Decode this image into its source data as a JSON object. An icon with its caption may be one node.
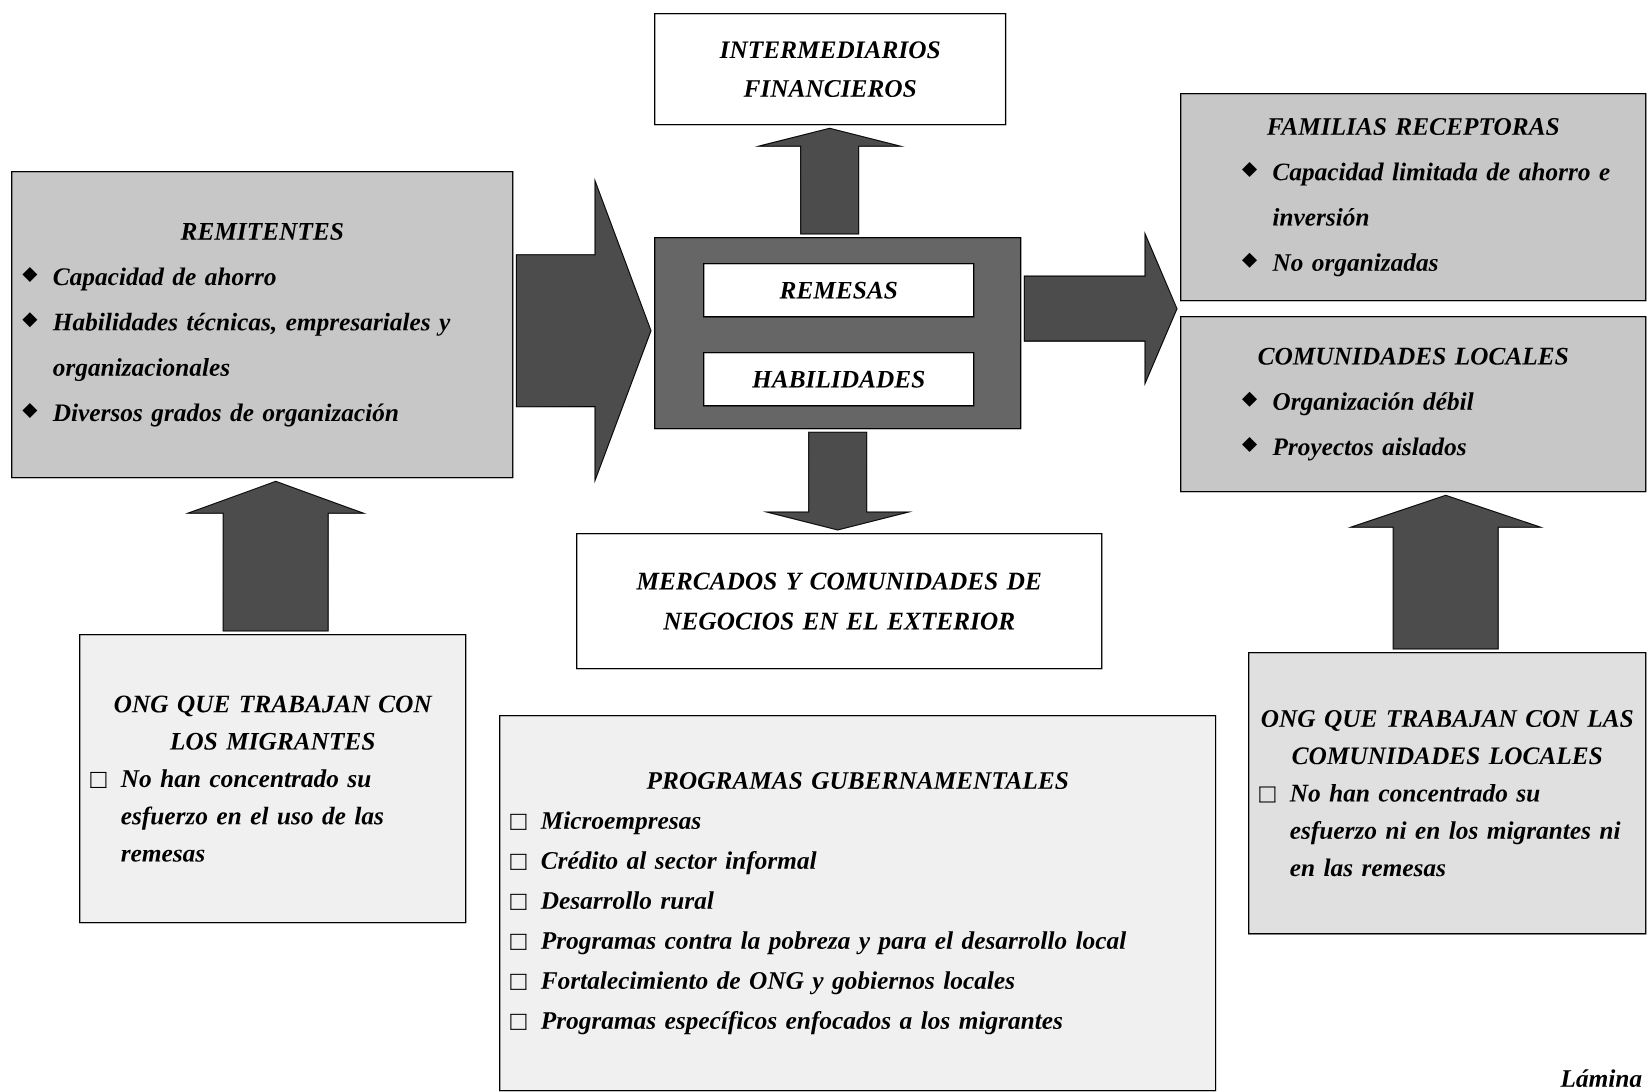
{
  "diagram": {
    "nodes": [
      {
        "text": [
          "INTERMEDIARIOS FINANCIEROS"
        ]
      },
      {
        "text": [
          "REMITENTES",
          "Capacidad de ahorro",
          "Habilidades técnicas, empresariales y organizacionales",
          "Diversos grados de organización"
        ]
      },
      {
        "text": [],
        "shape": "box"
      },
      {
        "text": [
          "REMESAS"
        ],
        "in": 2
      },
      {
        "text": [
          "HABILIDADES"
        ],
        "in": 2
      },
      {
        "text": [
          "FAMILIAS RECEPTORAS",
          "Capacidad limitada de ahorro e inversión",
          "No organizadas"
        ]
      },
      {
        "text": [
          "COMUNIDADES LOCALES",
          "Organización débil",
          "Proyectos aislados"
        ]
      },
      {
        "text": [
          "MERCADOS Y COMUNIDADES DE NEGOCIOS EN EL EXTERIOR"
        ]
      },
      {
        "text": [
          "ONG QUE TRABAJAN CON LOS MIGRANTES",
          "No han concentrado su esfuerzo en el uso de las remesas"
        ]
      },
      {
        "text": [
          "PROGRAMAS GUBERNAMENTALES",
          "Microempresas",
          "Crédito al sector informal",
          "Desarrollo rural",
          "Programas contra la pobreza y para el desarrollo local",
          "Fortalecimiento de ONG y gobiernos locales",
          "Programas específicos enfocados a los migrantes"
        ]
      },
      {
        "text": [
          "ONG QUE TRABAJAN CON LAS COMUNIDADES LOCALES",
          "No han concentrado su esfuerzo ni en los migrantes ni en las remesas"
        ]
      }
    ],
    "edges": [
      {
        "from": 1,
        "to": 2,
        "arrow": "to"
      },
      {
        "from": 2,
        "to": 0,
        "arrow": "to"
      },
      {
        "from": 2,
        "to": 7,
        "arrow": "to"
      },
      {
        "from": 2,
        "to": 5,
        "arrow": "to"
      },
      {
        "from": 2,
        "to": 6,
        "arrow": "to"
      },
      {
        "from": 8,
        "to": 1,
        "arrow": "to"
      },
      {
        "from": 10,
        "to": 6,
        "arrow": "to"
      }
    ],
    "labels": [
      "Lámina"
    ]
  }
}
